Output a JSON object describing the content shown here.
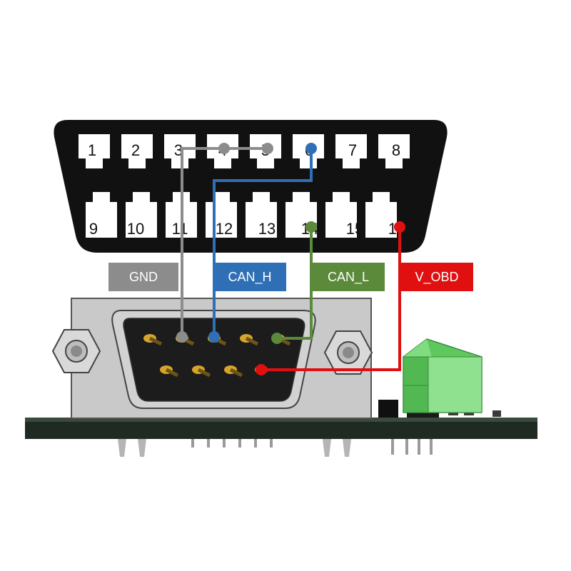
{
  "obd_connector": {
    "top_row_pins": [
      "1",
      "2",
      "3",
      "4",
      "5",
      "6",
      "7",
      "8"
    ],
    "bottom_row_pins": [
      "9",
      "10",
      "11",
      "12",
      "13",
      "14",
      "15",
      "16"
    ]
  },
  "signal_labels": {
    "gnd": "GND",
    "can_h": "CAN_H",
    "can_l": "CAN_L",
    "v_obd": "V_OBD"
  },
  "colors": {
    "gnd": "#8c8c8c",
    "can_h": "#2f6fb5",
    "can_l": "#5a8a3a",
    "v_obd": "#e01010",
    "connector_body": "#111111",
    "pcb": "#1f2a22",
    "terminal_block": "#5ec85e",
    "dsub_shell": "#c9c9c9",
    "dsub_pin": "#d4a52a"
  }
}
